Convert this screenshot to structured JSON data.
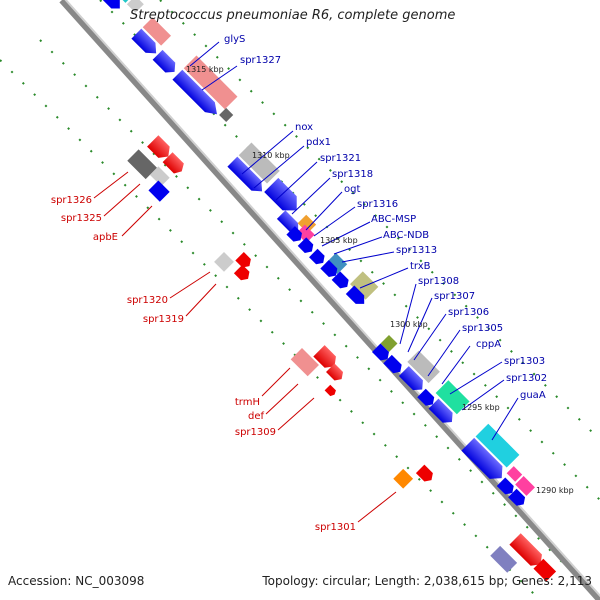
{
  "title": "Streptococcus pneumoniae R6, complete genome",
  "footer": {
    "accession": "Accession: NC_003098",
    "topology": "Topology: circular; Length: 2,038,615 bp; Genes: 2,113"
  },
  "colors": {
    "forward_gene": "#0000ee",
    "reverse_gene": "#ee0000",
    "label_forward": "#0000aa",
    "label_reverse": "#cc0000",
    "tick_dots": "#2a8a2a",
    "backbone": "#8a8a8a"
  },
  "kbp_markers": [
    "1315 kbp",
    "1310 kbp",
    "1305 kbp",
    "1300 kbp",
    "1295 kbp",
    "1290 kbp"
  ],
  "forward_labels": [
    "glyS",
    "spr1327",
    "nox",
    "pdx1",
    "spr1321",
    "spr1318",
    "ogt",
    "spr1316",
    "ABC-MSP",
    "ABC-NDB",
    "spr1313",
    "trxB",
    "spr1308",
    "spr1307",
    "spr1306",
    "spr1305",
    "cppA",
    "spr1303",
    "spr1302",
    "guaA"
  ],
  "reverse_labels": [
    "spr1326",
    "spr1325",
    "apbE",
    "spr1320",
    "spr1319",
    "trmH",
    "def",
    "spr1309",
    "spr1301"
  ]
}
